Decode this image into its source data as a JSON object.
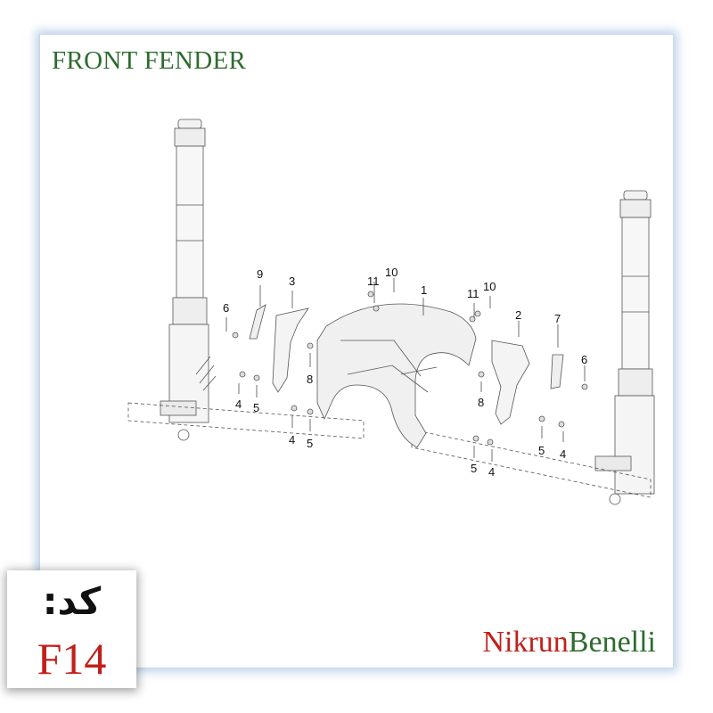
{
  "title": "FRONT FENDER",
  "brand": {
    "part1": "Nikrun",
    "part2": "Benelli"
  },
  "code": {
    "label": "کد:",
    "value": "F14"
  },
  "colors": {
    "title": "#2e6b2f",
    "brand_red": "#c0201a",
    "brand_green": "#2e6b2f",
    "frame_glow": "#8cafd7"
  },
  "callouts": {
    "c1": "1",
    "c2": "2",
    "c3": "3",
    "c4a": "4",
    "c4b": "4",
    "c4c": "4",
    "c4d": "4",
    "c5a": "5",
    "c5b": "5",
    "c5c": "5",
    "c5d": "5",
    "c6a": "6",
    "c6b": "6",
    "c7": "7",
    "c8a": "8",
    "c8b": "8",
    "c9": "9",
    "c10a": "10",
    "c10b": "10",
    "c11a": "11",
    "c11b": "11"
  }
}
